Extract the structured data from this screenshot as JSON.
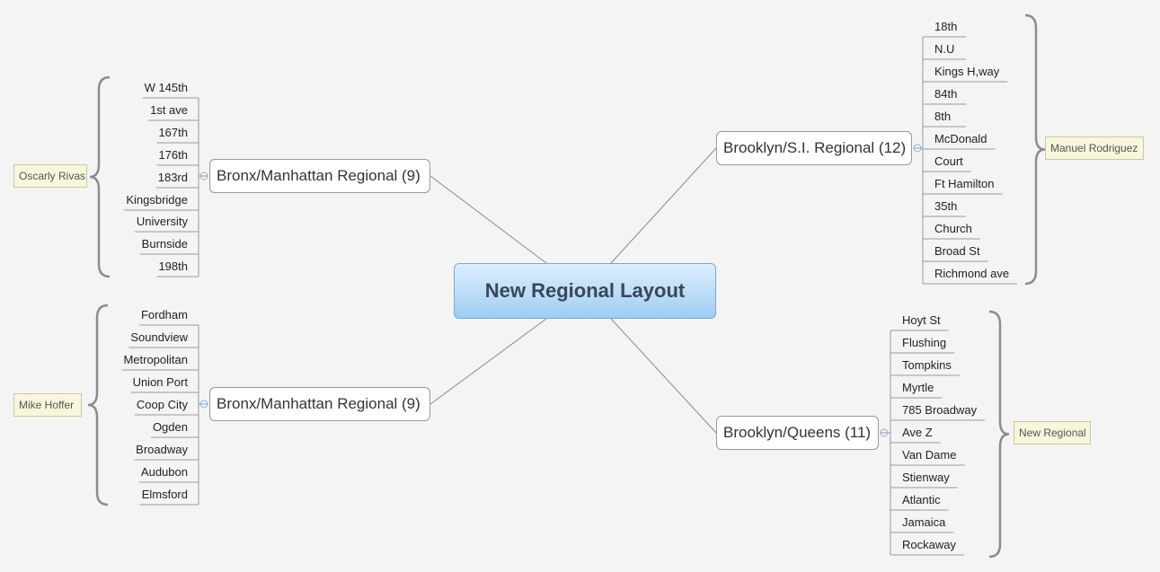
{
  "central_topic": "New Regional Layout",
  "branches": [
    {
      "id": "tl",
      "label": "Bronx/Manhattan Regional (9)",
      "callout": "Oscarly Rivas",
      "items": [
        "W 145th",
        "1st ave",
        "167th",
        "176th",
        "183rd",
        "Kingsbridge",
        "University",
        "Burnside",
        "198th"
      ]
    },
    {
      "id": "bl",
      "label": "Bronx/Manhattan Regional (9)",
      "callout": "Mike Hoffer",
      "items": [
        "Fordham",
        "Soundview",
        "Metropolitan",
        "Union Port",
        "Coop City",
        "Ogden",
        "Broadway",
        "Audubon",
        "Elmsford"
      ]
    },
    {
      "id": "tr",
      "label": "Brooklyn/S.I. Regional (12)",
      "callout": "Manuel Rodriguez",
      "items": [
        "18th",
        "N.U",
        "Kings H,way",
        "84th",
        "8th",
        "McDonald",
        "Court",
        "Ft Hamilton",
        "35th",
        "Church",
        "Broad St",
        "Richmond ave"
      ]
    },
    {
      "id": "br",
      "label": "Brooklyn/Queens (11)",
      "callout": "New Regional",
      "items": [
        "Hoyt St",
        "Flushing",
        "Tompkins",
        "Myrtle",
        "785 Broadway",
        "Ave Z",
        "Van Dame",
        "Stienway",
        "Atlantic",
        "Jamaica",
        "Rockaway"
      ]
    }
  ]
}
